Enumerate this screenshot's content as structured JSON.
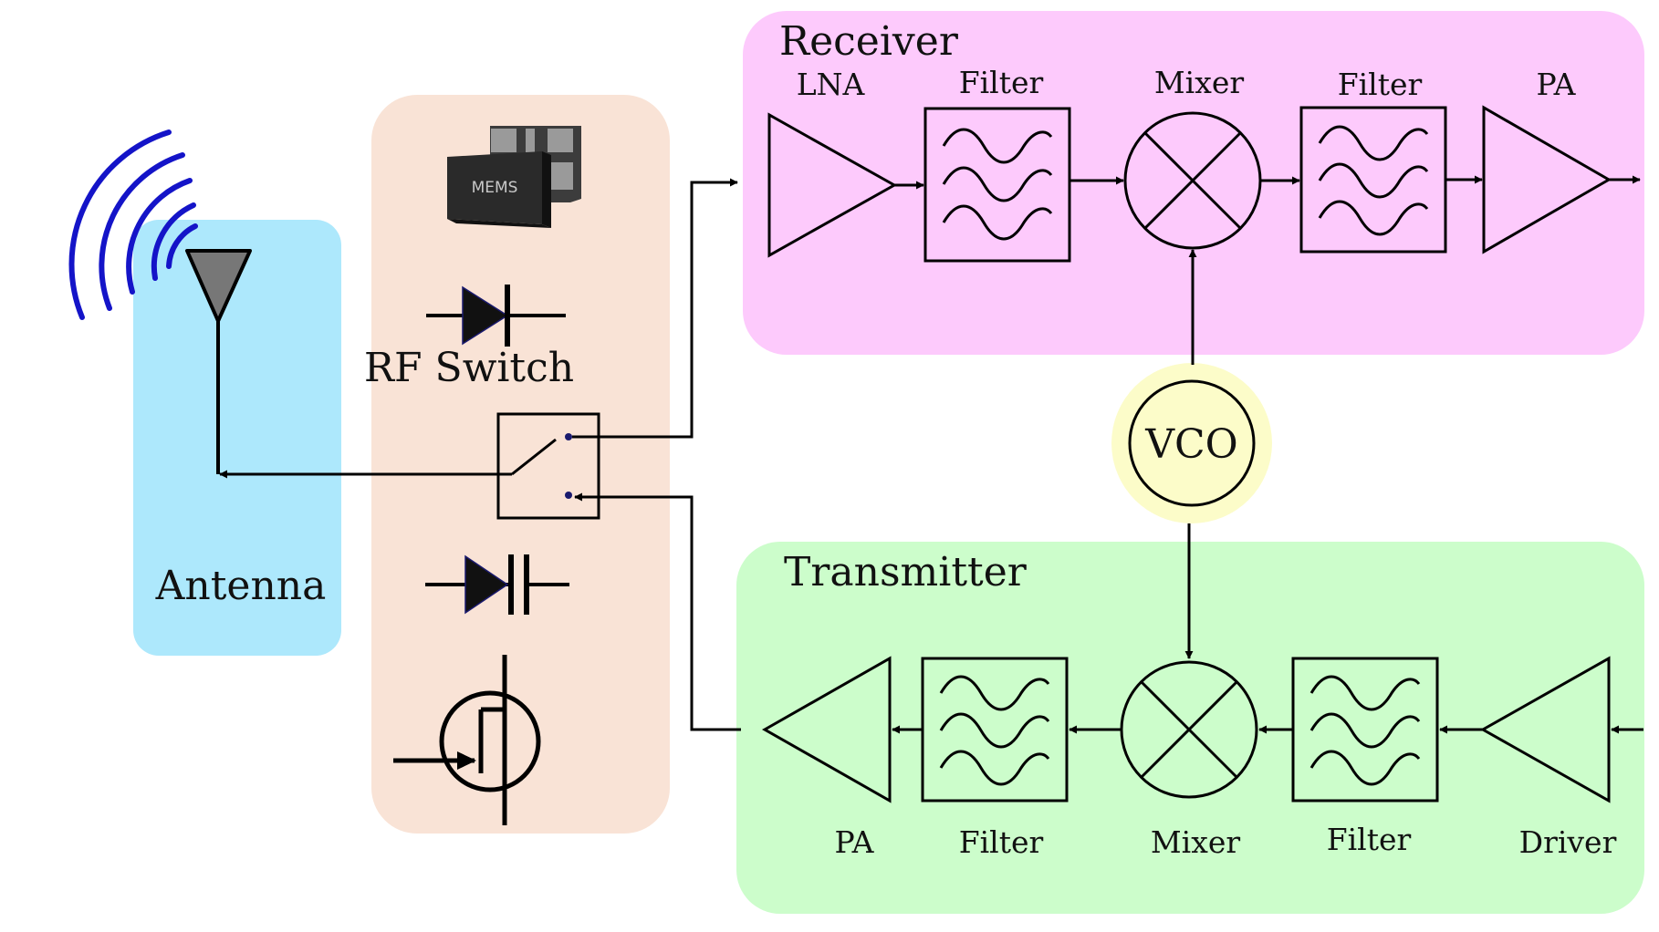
{
  "labels": {
    "antenna": "Antenna",
    "rf_switch": "RF Switch",
    "mems_chip": "MEMS",
    "receiver": "Receiver",
    "transmitter": "Transmitter",
    "vco": "VCO",
    "rx_lna": "LNA",
    "rx_filter_1": "Filter",
    "rx_mixer": "Mixer",
    "rx_filter_2": "Filter",
    "rx_pa": "PA",
    "tx_pa": "PA",
    "tx_filter_1": "Filter",
    "tx_mixer": "Mixer",
    "tx_filter_2": "Filter",
    "tx_driver": "Driver"
  },
  "colors": {
    "antenna_panel": "#ade8fc",
    "switch_panel": "#f9e3d6",
    "receiver_panel": "#fdcafc",
    "transmitter_panel": "#ccfdcb",
    "vco_glow": "#fcfcc9",
    "wave_arcs": "#1414c8",
    "antenna_element": "#777777",
    "mems_chip": "#2a2a2a"
  },
  "icons": [
    "signal-waves-icon",
    "antenna-icon",
    "mems-chip-icon",
    "pin-diode-icon",
    "varactor-diode-icon",
    "fet-transistor-icon",
    "spdt-switch-icon",
    "amplifier-icon",
    "bandpass-filter-icon",
    "mixer-icon",
    "vco-icon"
  ]
}
